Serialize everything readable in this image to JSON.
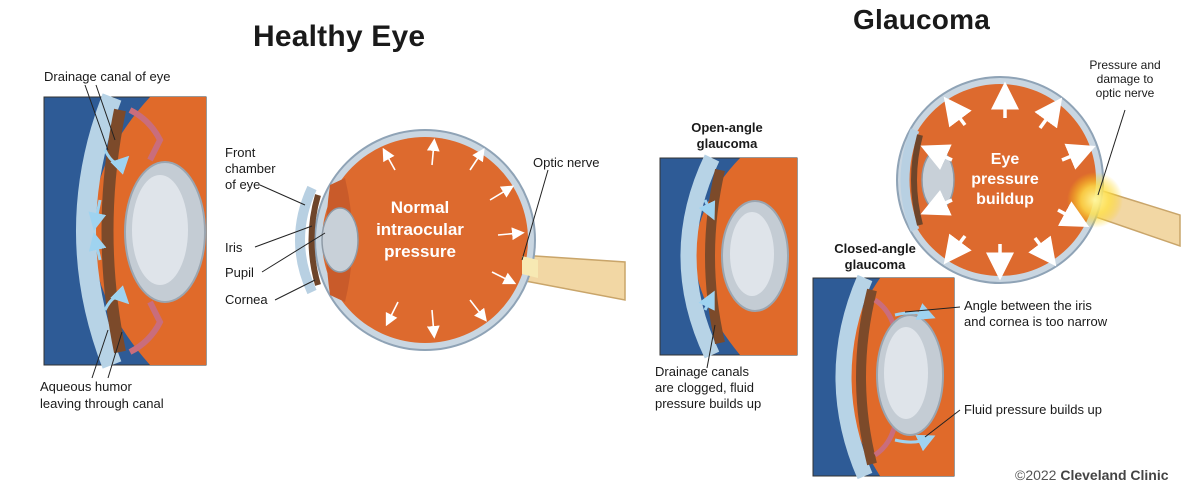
{
  "titles": {
    "healthy": "Healthy Eye",
    "glaucoma": "Glaucoma"
  },
  "healthy_labels": {
    "drainage_canal": "Drainage canal of eye",
    "aqueous_humor_1": "Aqueous humor",
    "aqueous_humor_2": "leaving through canal",
    "front_chamber_1": "Front",
    "front_chamber_2": "chamber",
    "front_chamber_3": "of eye",
    "iris": "Iris",
    "pupil": "Pupil",
    "cornea": "Cornea",
    "optic_nerve": "Optic nerve",
    "pressure_1": "Normal",
    "pressure_2": "intraocular",
    "pressure_3": "pressure"
  },
  "glaucoma_labels": {
    "open_angle_1": "Open-angle",
    "open_angle_2": "glaucoma",
    "open_desc_1": "Drainage canals",
    "open_desc_2": "are clogged, fluid",
    "open_desc_3": "pressure builds up",
    "closed_angle_1": "Closed-angle",
    "closed_angle_2": "glaucoma",
    "angle_1": "Angle between the iris",
    "angle_2": "and cornea is too narrow",
    "fluid": "Fluid pressure builds up",
    "damage_1": "Pressure and",
    "damage_2": "damage to",
    "damage_3": "optic nerve",
    "buildup_1": "Eye",
    "buildup_2": "pressure",
    "buildup_3": "buildup"
  },
  "credit": {
    "year": "©2022",
    "org": "Cleveland Clinic"
  }
}
